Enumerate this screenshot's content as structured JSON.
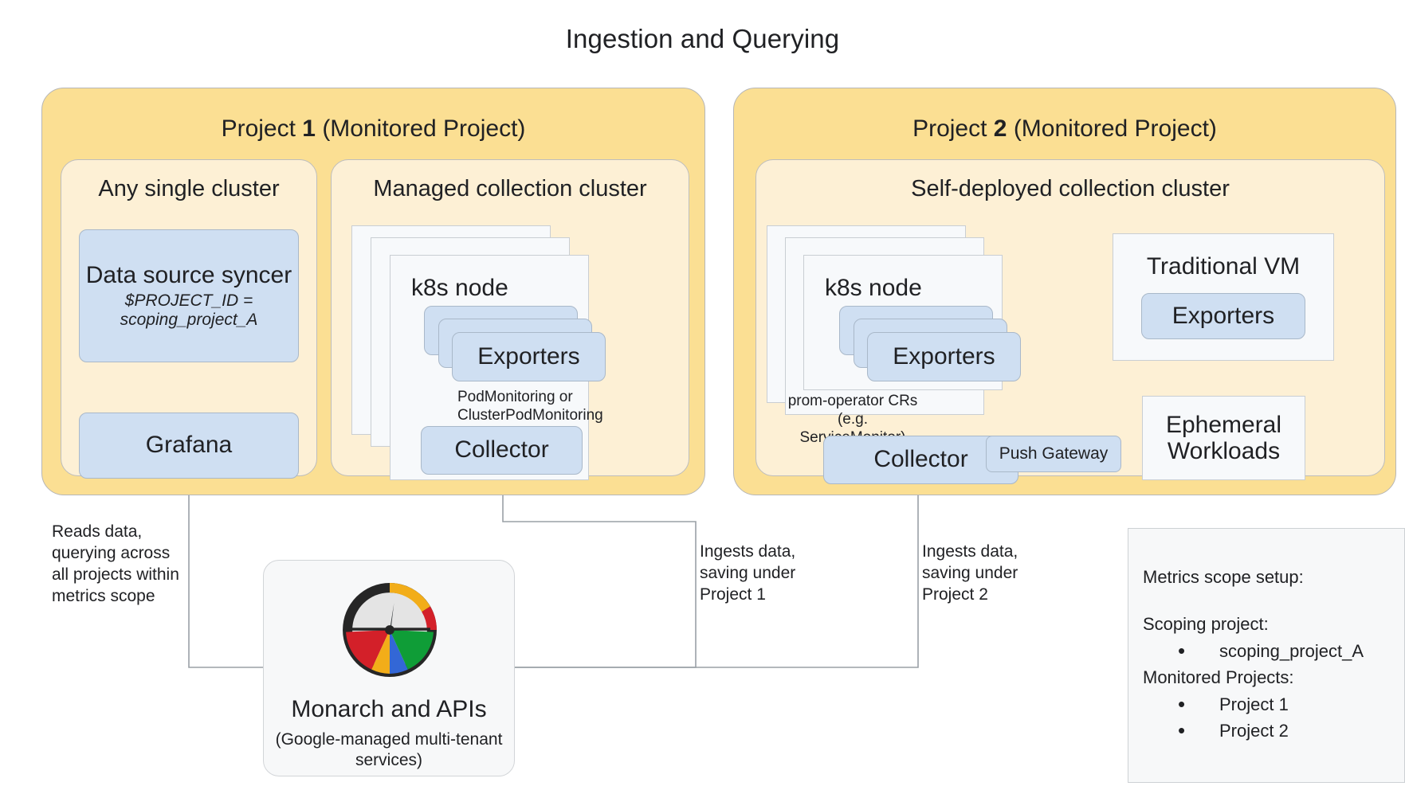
{
  "title": "Ingestion and Querying",
  "projects": [
    {
      "title_prefix": "Project ",
      "title_number": "1",
      "title_suffix": " (Monitored Project)",
      "clusters": [
        {
          "title": "Any single cluster",
          "boxes": [
            {
              "label": "Data source syncer",
              "sub": "$PROJECT_ID = scoping_project_A"
            },
            {
              "label": "Grafana"
            }
          ]
        },
        {
          "title": "Managed collection cluster",
          "node_title": "k8s node",
          "exporters_label": "Exporters",
          "edge_label": "PodMonitoring or ClusterPodMonitoring",
          "collector_label": "Collector"
        }
      ]
    },
    {
      "title_prefix": "Project ",
      "title_number": "2",
      "title_suffix": " (Monitored Project)",
      "clusters": [
        {
          "title": "Self-deployed collection cluster",
          "node_title": "k8s node",
          "exporters_label": "Exporters",
          "edge_label": "prom-operator CRs (e.g. ServiceMonitor)",
          "collector_label": "Collector",
          "push_gateway_label": "Push Gateway",
          "vm_title": "Traditional VM",
          "vm_exporters_label": "Exporters",
          "ephemeral_label": "Ephemeral Workloads"
        }
      ]
    }
  ],
  "monarch": {
    "label": "Monarch and APIs",
    "sub": "(Google-managed multi-tenant services)",
    "icon": "monarch-gauge-icon"
  },
  "captions": {
    "reads": "Reads data, querying across all projects within metrics scope",
    "ingest1": "Ingests data, saving under Project 1",
    "ingest2": "Ingests data, saving under Project 2"
  },
  "legend": {
    "heading": "Metrics scope setup:",
    "scoping_heading": "Scoping project:",
    "scoping_items": [
      "scoping_project_A"
    ],
    "monitored_heading": "Monitored Projects:",
    "monitored_items": [
      "Project 1",
      "Project 2"
    ]
  },
  "colors": {
    "project_fill": "#fbdf93",
    "cluster_fill": "#fdf0d5",
    "component_fill": "#cfdff2",
    "card_fill": "#f7f9fb",
    "stroke": "#9aa0a6",
    "logo_red": "#d32029",
    "logo_yellow": "#f2ad19",
    "logo_blue": "#3367d6",
    "logo_green": "#0f9d37",
    "logo_ring": "#262626",
    "logo_gauge": "#e4e4e4"
  }
}
